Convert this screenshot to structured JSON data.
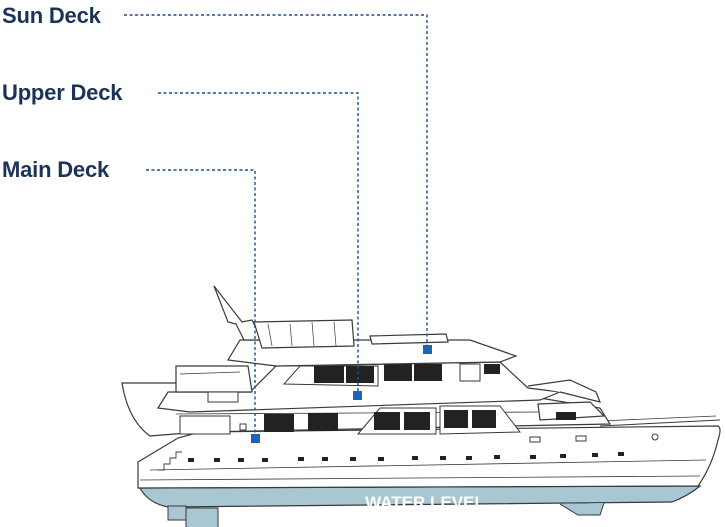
{
  "decks": [
    {
      "id": "sun",
      "label": "Sun Deck"
    },
    {
      "id": "upper",
      "label": "Upper Deck"
    },
    {
      "id": "main",
      "label": "Main Deck"
    }
  ],
  "water_level_label": "WATER LEVEL",
  "colors": {
    "label_text": "#1b3358",
    "leader_line": "#1f4f8a",
    "marker": "#1e63b8",
    "hull_below_water": "#a9c6d3",
    "outline": "#3a3a3a",
    "window": "#222222"
  }
}
